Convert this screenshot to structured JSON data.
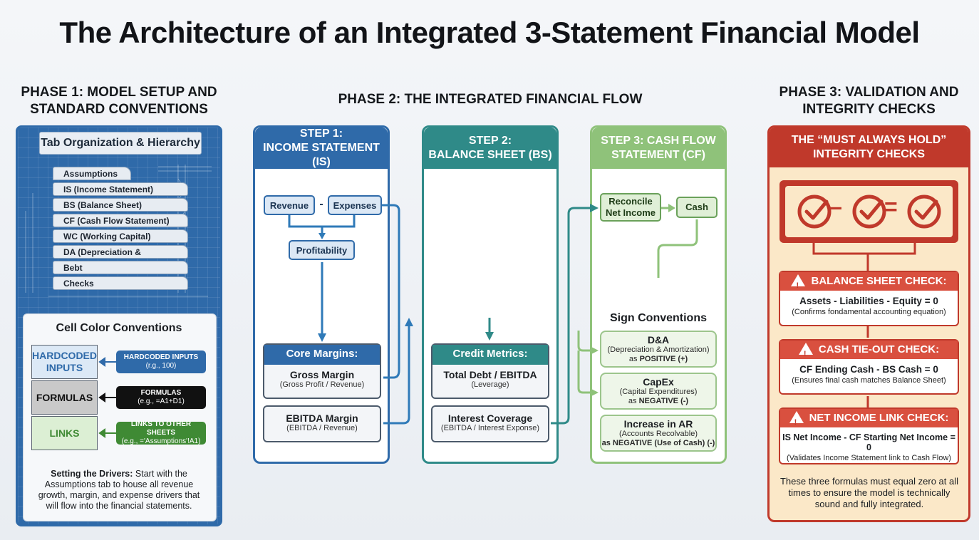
{
  "title": "The Architecture of an Integrated 3-Statement Financial Model",
  "phase1": {
    "heading_line1": "PHASE 1: MODEL SETUP AND",
    "heading_line2": "STANDARD CONVENTIONS",
    "tab_title": "Tab Organization & Hierarchy",
    "tabs": [
      "Assumptions",
      "IS (Income Statement)",
      "BS (Balance Sheet)",
      "CF (Cash Flow Statement)",
      "WC (Working Capital)",
      "DA (Depreciation & Amortization)",
      "Bebt",
      "Checks"
    ],
    "cell_title": "Cell Color Conventions",
    "swatches": [
      {
        "label_line1": "HARDCODED",
        "label_line2": "INPUTS",
        "fill": "#dce9f6",
        "text": "#2f6aa9"
      },
      {
        "label_line1": "FORMULAS",
        "label_line2": "",
        "fill": "#c9c9c9",
        "text": "#111111"
      },
      {
        "label_line1": "LINKS",
        "label_line2": "",
        "fill": "#dcefd4",
        "text": "#3f8a34"
      }
    ],
    "pills": [
      {
        "label": "HARDCODED INPUTS",
        "example": "(r.g., 100)",
        "color": "#2f6aa9"
      },
      {
        "label": "FORMULAS",
        "example": "(e.g., =A1+D1)",
        "color": "#111111"
      },
      {
        "label": "LINKS TO OTHER SHEETS",
        "example": "(e.g., ='Assumptions'!A1)",
        "color": "#3f8a34"
      }
    ],
    "drivers_bold": "Setting the Drivers:",
    "drivers_text": "Start with the Assumptions tab to house all revenue growth, margin, and expense drivers that will flow into the financial statements."
  },
  "phase2": {
    "heading": "PHASE 2: THE INTEGRATED FINANCIAL FLOW",
    "step1": {
      "line1": "STEP 1:",
      "line2": "INCOME STATEMENT (IS)",
      "color": "#2f6aa9",
      "revenue": "Revenue",
      "minus": "-",
      "expenses": "Expenses",
      "profitability": "Profitability",
      "margins_title": "Core Margins:",
      "m1": "Gross Margin",
      "m1_sub": "(Gross Profit / Revenue)",
      "m2": "EBITDA Margin",
      "m2_sub": "(EBITDA / Revenue)"
    },
    "step2": {
      "line1": "STEP 2:",
      "line2": "BALANCE SHEET (BS)",
      "color": "#2f8a88",
      "metrics_title": "Credit Metrics:",
      "m1": "Total Debt / EBITDA",
      "m1_sub": "(Leverage)",
      "m2": "Interest Coverage",
      "m2_sub": "(EBITDA / Interest Exponse)"
    },
    "step3": {
      "line1": "STEP 3: CASH FLOW",
      "line2": "STATEMENT (CF)",
      "color": "#8fc27a",
      "reconcile_line1": "Reconcile",
      "reconcile_line2": "Net Income",
      "cash": "Cash",
      "sign_title": "Sign Conventions",
      "signs": [
        {
          "t": "D&A",
          "s1": "(Depreciation & Amortization)",
          "s2_prefix": "as ",
          "s2_bold": "POSITIVE (+)"
        },
        {
          "t": "CapEx",
          "s1": "(Capital Expenditures)",
          "s2_prefix": "as ",
          "s2_bold": "NEGATIVE (-)"
        },
        {
          "t": "Increase in AR",
          "s1": "(Accounts Recolvable)",
          "s2_prefix": "",
          "s2_bold": "as NEGATIVE (Use of Cash) (-)"
        }
      ]
    }
  },
  "phase3": {
    "heading_line1": "PHASE 3: VALIDATION AND",
    "heading_line2": "INTEGRITY CHECKS",
    "box_line1": "THE “MUST ALWAYS HOLD”",
    "box_line2": "INTEGRITY CHECKS",
    "eq_minus": "–",
    "eq_equals": "=",
    "warn_glyph": "!",
    "checks": [
      {
        "title": "BALANCE SHEET CHECK:",
        "eq": "Assets - Liabilities - Equity = 0",
        "desc": "(Confirms fondamental accounting equation)"
      },
      {
        "title": "CASH TIE-OUT CHECK:",
        "eq": "CF Ending Cash - BS Cash = 0",
        "desc": "(Ensures final cash matches Balance Sheet)"
      },
      {
        "title": "NET INCOME LINK CHECK:",
        "eq": "IS Net Income - CF Starting Net Income = 0",
        "desc": "(Validates Income Statement link to Cash Flow)"
      }
    ],
    "closing": "These three formulas must equal zero at all times to ensure the model is technically sound and fully integrated."
  }
}
